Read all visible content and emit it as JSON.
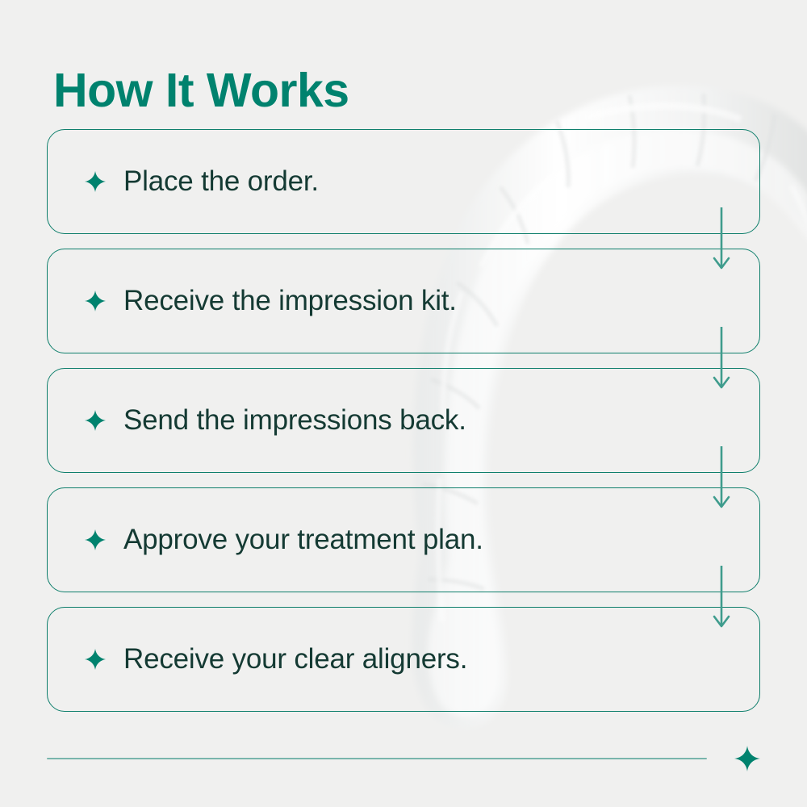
{
  "page": {
    "title": "How It Works",
    "background_color": "#f0f0ef"
  },
  "theme": {
    "accent_teal": "#00826e",
    "border_teal": "#0f7f6c",
    "text_dark": "#143a33",
    "arrow_teal": "#3f9c8d",
    "rule_teal": "#79b5ac"
  },
  "steps": [
    {
      "bullet_icon": "sparkle-icon",
      "label": "Place the order."
    },
    {
      "bullet_icon": "sparkle-icon",
      "label": "Receive the impression kit."
    },
    {
      "bullet_icon": "sparkle-icon",
      "label": "Send the impressions back."
    },
    {
      "bullet_icon": "sparkle-icon",
      "label": "Approve your treatment plan."
    },
    {
      "bullet_icon": "sparkle-icon",
      "label": "Receive your clear aligners."
    }
  ],
  "connectors": [
    {
      "from_step": 1,
      "to_step": 2,
      "icon": "arrow-down-icon"
    },
    {
      "from_step": 2,
      "to_step": 3,
      "icon": "arrow-down-icon"
    },
    {
      "from_step": 3,
      "to_step": 4,
      "icon": "arrow-down-icon"
    },
    {
      "from_step": 4,
      "to_step": 5,
      "icon": "arrow-down-icon"
    }
  ],
  "footer": {
    "rule_icon": "horizontal-rule",
    "sparkle_icon": "sparkle-icon"
  },
  "background_image": {
    "name": "clear-aligner-arch-photo",
    "description": "translucent clear dental aligner arch"
  }
}
